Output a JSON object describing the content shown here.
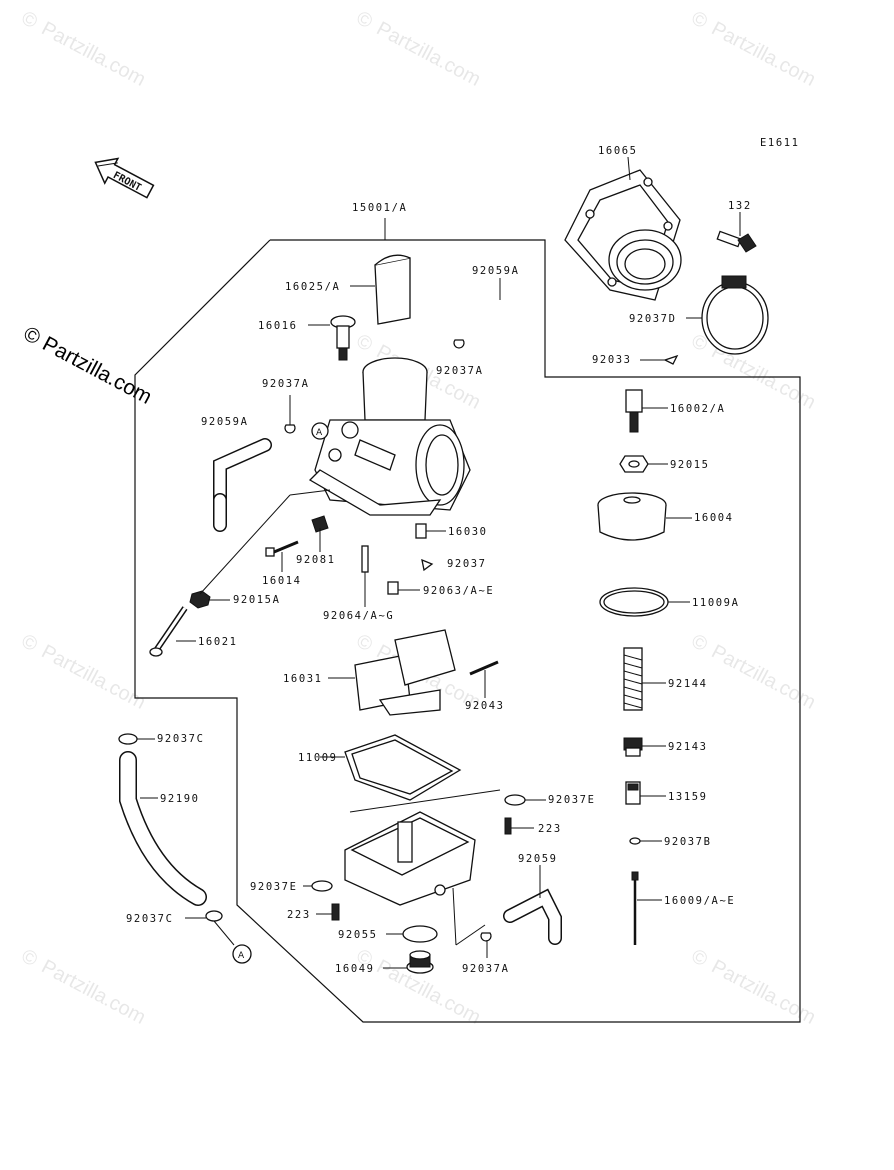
{
  "diagram": {
    "code": "E1611",
    "front_label": "FRONT",
    "circle_ref": "A",
    "watermark": "Partzilla.com",
    "copyright_symbol": "©",
    "parts": {
      "p15001": "15001/A",
      "p16065": "16065",
      "p132": "132",
      "p16025": "16025/A",
      "p92059a_top": "92059A",
      "p16016": "16016",
      "p92037a_top": "92037A",
      "p92037d": "92037D",
      "p92033": "92033",
      "p92037a_left": "92037A",
      "p16002": "16002/A",
      "p92059a_left": "92059A",
      "p92015": "92015",
      "p16030": "16030",
      "p16004": "16004",
      "p16014": "16014",
      "p92081": "92081",
      "p92037": "92037",
      "p92015a": "92015A",
      "p92063": "92063/A~E",
      "p92064": "92064/A~G",
      "p11009a": "11009A",
      "p16021": "16021",
      "p16031": "16031",
      "p92144": "92144",
      "p92043": "92043",
      "p92037c_top": "92037C",
      "p92143": "92143",
      "p11009": "11009",
      "p92190": "92190",
      "p13159": "13159",
      "p92037e_right": "92037E",
      "p223_right": "223",
      "p92037b": "92037B",
      "p92059": "92059",
      "p92037e_left": "92037E",
      "p16009": "16009/A~E",
      "p223_left": "223",
      "p92037c_bottom": "92037C",
      "p92055": "92055",
      "p16049": "16049",
      "p92037a_bottom": "92037A"
    }
  }
}
